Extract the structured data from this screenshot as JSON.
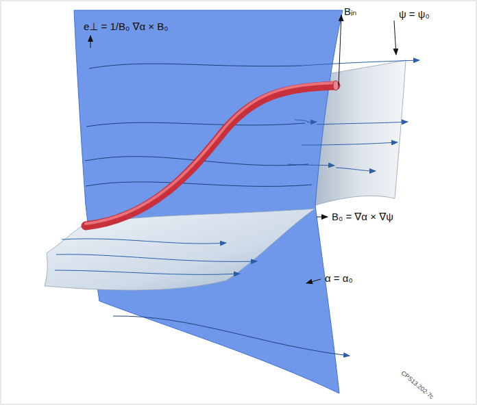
{
  "diagram": {
    "labels": [
      "e⊥ = 1/B₀ ∇α × B₀",
      "Bᵢₙ",
      "ψ = ψ₀",
      "B₀ = ∇α × ∇ψ",
      "α = α₀",
      "CPS13.202-7c"
    ]
  }
}
